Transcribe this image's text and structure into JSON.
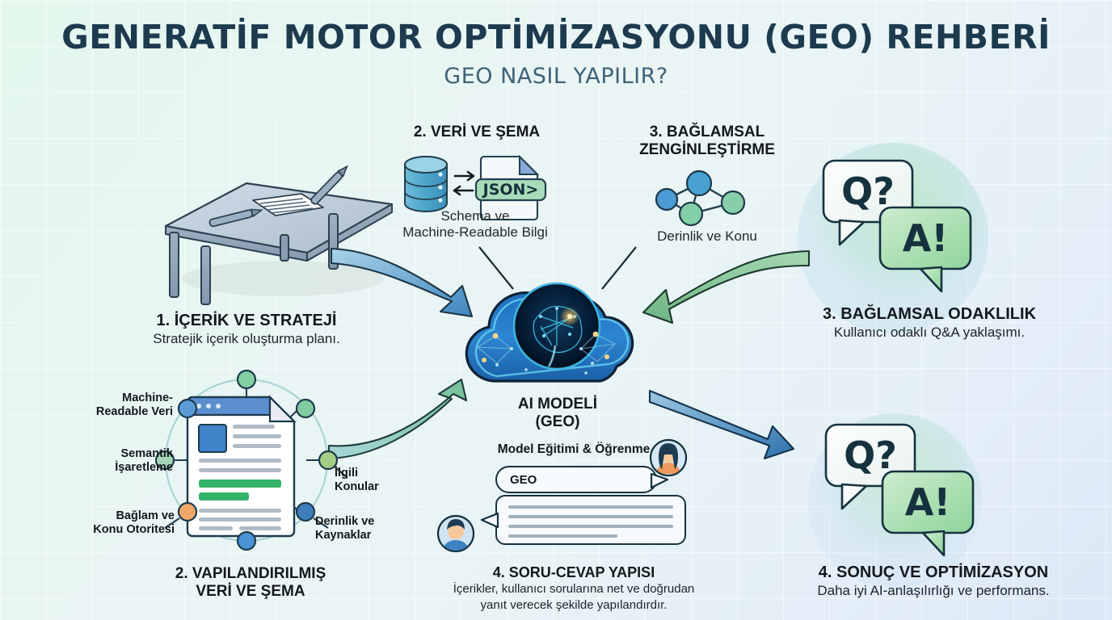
{
  "header": {
    "title": "GENERATİF MOTOR OPTİMİZASYONU (GEO) REHBERİ",
    "subtitle": "GEO NASIL YAPILIR?",
    "title_color": "#1d3a4e",
    "subtitle_color": "#3f6277"
  },
  "background": {
    "gradient_from": "#e3f7ec",
    "gradient_to": "#dbe8f6",
    "grid": true
  },
  "center": {
    "label_line1": "AI MODELİ",
    "label_line2": "(GEO)",
    "icon": "brain-cloud-icon"
  },
  "sections": {
    "content_strategy": {
      "title": "1. İÇERİK VE STRATEJİ",
      "subtitle": "Stratejik içerik oluşturma planı.",
      "icon": "desk-document-icon"
    },
    "data_schema": {
      "title": "2. VERİ VE ŞEMA",
      "caption_line1": "Schema ve",
      "caption_line2": "Machine-Readable Bilgi",
      "json_label": "JSON>",
      "icon": "database-json-icon"
    },
    "contextual_enrichment": {
      "title_line1": "3. BAĞLAMSAL",
      "title_line2": "ZENGİNLEŞTİRME",
      "caption": "Derinlik ve Konu",
      "icon": "knowledge-graph-icon"
    },
    "contextual_focus": {
      "title": "3. BAĞLAMSAL ODAKLILIK",
      "subtitle": "Kullanıcı odaklı Q&A yaklaşımı.",
      "bubble_q": "Q?",
      "bubble_a": "A!",
      "icon": "qa-bubbles-icon"
    },
    "structured_data": {
      "title_line1": "2. VAPILANDIRILMIŞ",
      "title_line2": "VERİ VE ŞEMA",
      "icon": "structured-document-icon",
      "nodes": [
        {
          "label_line1": "Machine-",
          "label_line2": "Readable Veri",
          "color": "#5b9bd5",
          "side": "left"
        },
        {
          "label_line1": "Semantik",
          "label_line2": "İşaretleme",
          "color": "#9fd3b8",
          "side": "left"
        },
        {
          "label_line1": "Bağlam ve",
          "label_line2": "Konu Otoritesi",
          "color": "#f0a868",
          "side": "left"
        },
        {
          "label_line1": "İlgili",
          "label_line2": "Konular",
          "color": "#a8cf8e",
          "side": "right"
        },
        {
          "label_line1": "Derinlik ve",
          "label_line2": "Kaynaklar",
          "color": "#3d7ebd",
          "side": "right"
        }
      ]
    },
    "qa_structure": {
      "heading": "Model Eğitimi & Öğrenme",
      "title": "4. SORU-CEVAP YAPISI",
      "subtitle_line1": "İçerikler, kullanıcı sorularına net ve doğrudan",
      "subtitle_line2": "yanıt verecek şekilde yapılandırdır.",
      "message_value": "GEO",
      "icon": "chat-conversation-icon"
    },
    "result_optimization": {
      "title": "4. SONUÇ VE OPTİMİZASYON",
      "subtitle": "Daha iyi AI-anlaşılırlığı ve performans.",
      "bubble_q": "Q?",
      "bubble_a": "A!",
      "icon": "qa-bubbles-icon"
    }
  },
  "arrows": [
    {
      "name": "arrow-content-to-model",
      "color": "#4a90c4",
      "direction": "down-right"
    },
    {
      "name": "arrow-context-to-model",
      "color": "#86c79a",
      "direction": "down-left"
    },
    {
      "name": "arrow-structured-to-model",
      "color": "#7ec3a8",
      "direction": "up-right"
    },
    {
      "name": "arrow-model-to-result",
      "color": "#3f83bd",
      "direction": "down-right"
    }
  ]
}
